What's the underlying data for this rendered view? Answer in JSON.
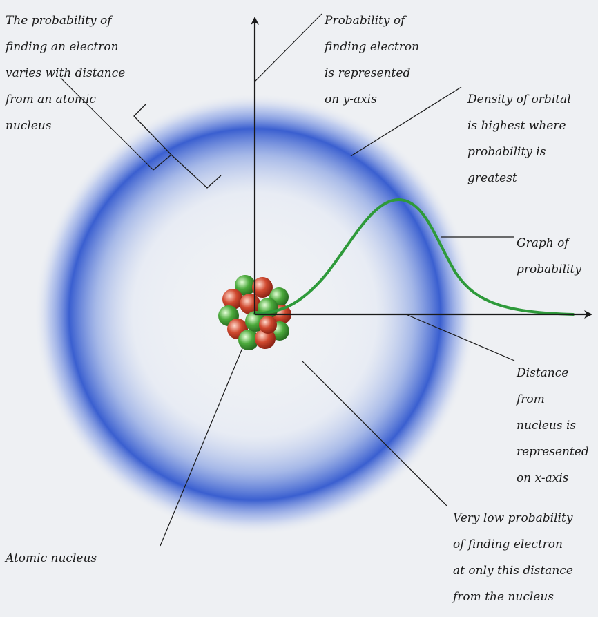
{
  "labels": {
    "probability_varies": [
      "The probability of",
      "finding an electron",
      "varies with distance",
      "from an atomic",
      "nucleus"
    ],
    "y_axis": [
      "Probability of",
      "finding electron",
      "is represented",
      "on y-axis"
    ],
    "density": [
      "Density of orbital",
      "is highest where",
      "probability is",
      "greatest"
    ],
    "graph": [
      "Graph of",
      "probability"
    ],
    "x_axis": [
      "Distance",
      "from",
      "nucleus is",
      "represented",
      "on x-axis"
    ],
    "low_probability": [
      "Very low probability",
      "of finding electron",
      "at only this distance",
      "from the nucleus"
    ],
    "nucleus": [
      "Atomic nucleus"
    ]
  },
  "colors": {
    "orbital_ring": "#3a5fd0",
    "curve": "#2e9a3a",
    "axis": "#1a1a1a",
    "proton": "#d0492f",
    "neutron": "#4caa3c"
  }
}
